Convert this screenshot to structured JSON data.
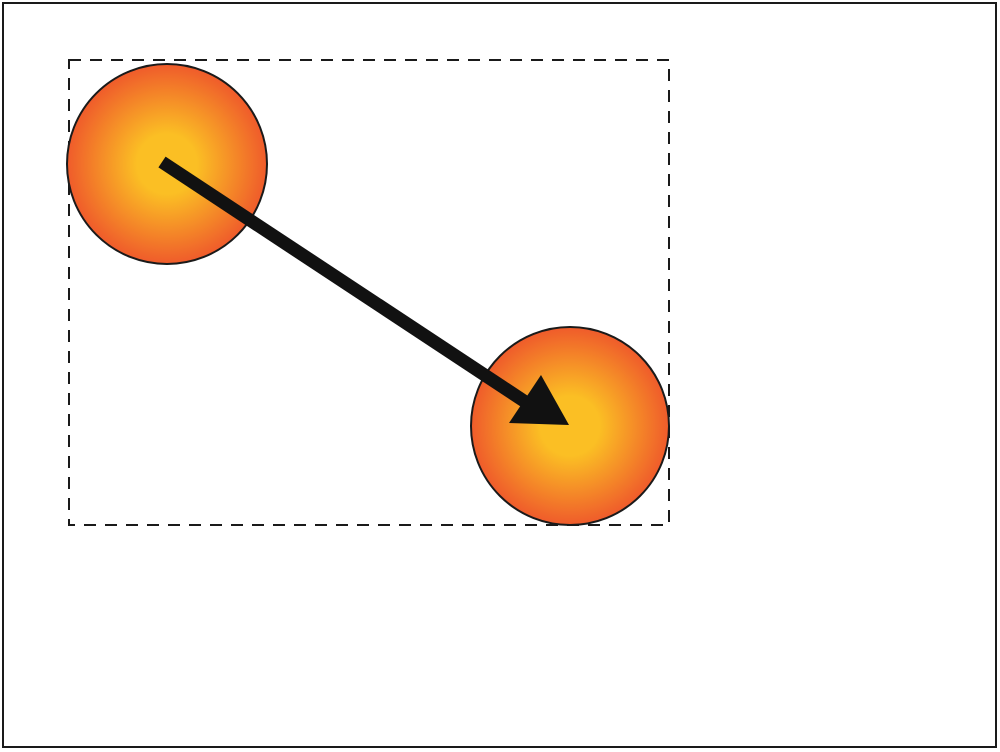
{
  "colors": {
    "frame": "#1a1a1a",
    "dashed_box": "#1a1a1a",
    "circle_center": "#fbbf24",
    "circle_edge": "#ef5b2b",
    "circle_stroke": "#1a1a1a",
    "arrow": "#111111",
    "background": "#ffffff"
  },
  "diagram": {
    "elements": [
      {
        "name": "start-ball",
        "kind": "circle"
      },
      {
        "name": "end-ball",
        "kind": "circle"
      },
      {
        "name": "motion-arrow",
        "kind": "arrow",
        "from": "start-ball",
        "to": "end-ball"
      },
      {
        "name": "bounding-box",
        "kind": "dashed-rectangle"
      }
    ]
  }
}
